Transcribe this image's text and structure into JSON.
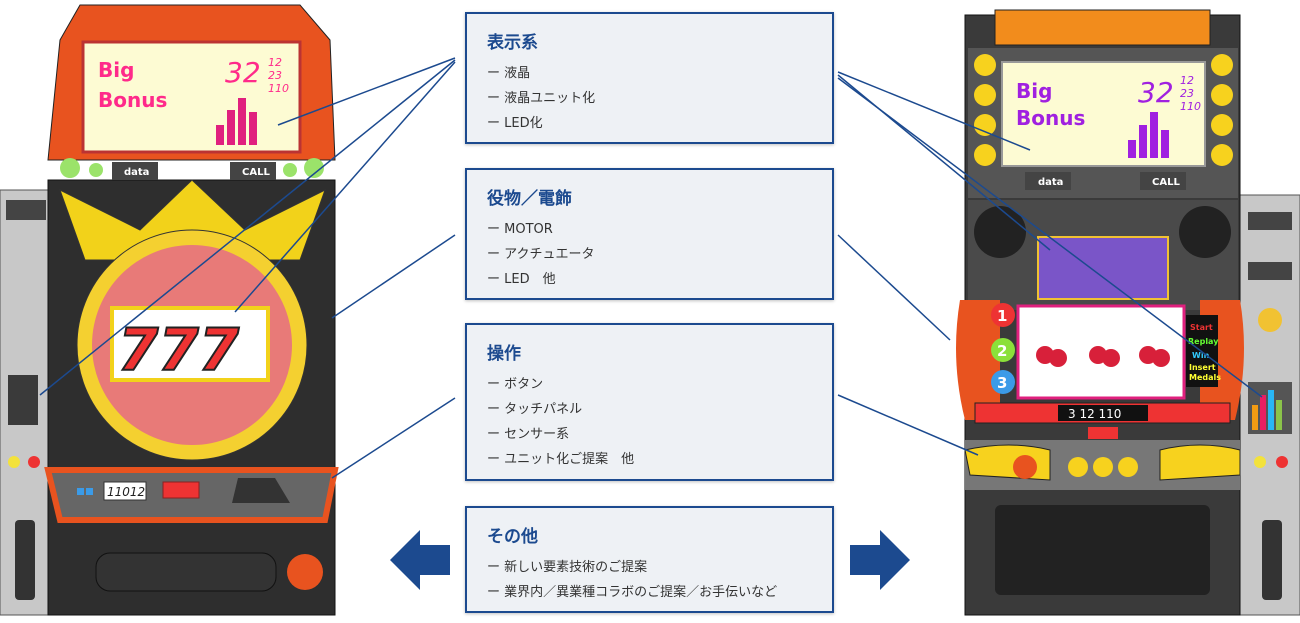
{
  "categories": [
    {
      "title": "表示系",
      "items": [
        "液晶",
        "液晶ユニット化",
        "LED化"
      ]
    },
    {
      "title": "役物／電飾",
      "items": [
        "MOTOR",
        "アクチュエータ",
        "LED　他"
      ]
    },
    {
      "title": "操作",
      "items": [
        "ボタン",
        "タッチパネル",
        "センサー系",
        "ユニット化ご提案　他"
      ]
    },
    {
      "title": "その他",
      "items": [
        "新しい要素技術のご提案",
        "業界内／異業種コラボのご提案／お手伝いなど"
      ]
    }
  ],
  "left_machine": {
    "lcd_text": [
      "Big",
      "Bonus"
    ],
    "lcd_number": "32",
    "lcd_small": [
      "12",
      "23",
      "110"
    ],
    "data_label": "data",
    "call_label": "CALL",
    "reel_text": "777",
    "counter": "11012"
  },
  "right_machine": {
    "lcd_text": [
      "Big",
      "Bonus"
    ],
    "lcd_number": "32",
    "lcd_small": [
      "12",
      "23",
      "110"
    ],
    "data_label": "data",
    "call_label": "CALL",
    "panel_labels": [
      "Start",
      "Replay",
      "Win",
      "Insert",
      "Medals"
    ],
    "counter": "3 12 110",
    "reel_numbers": [
      "1",
      "2",
      "3"
    ]
  },
  "colors": {
    "accent": "#1c4a8f",
    "box_bg": "#eef1f5"
  }
}
